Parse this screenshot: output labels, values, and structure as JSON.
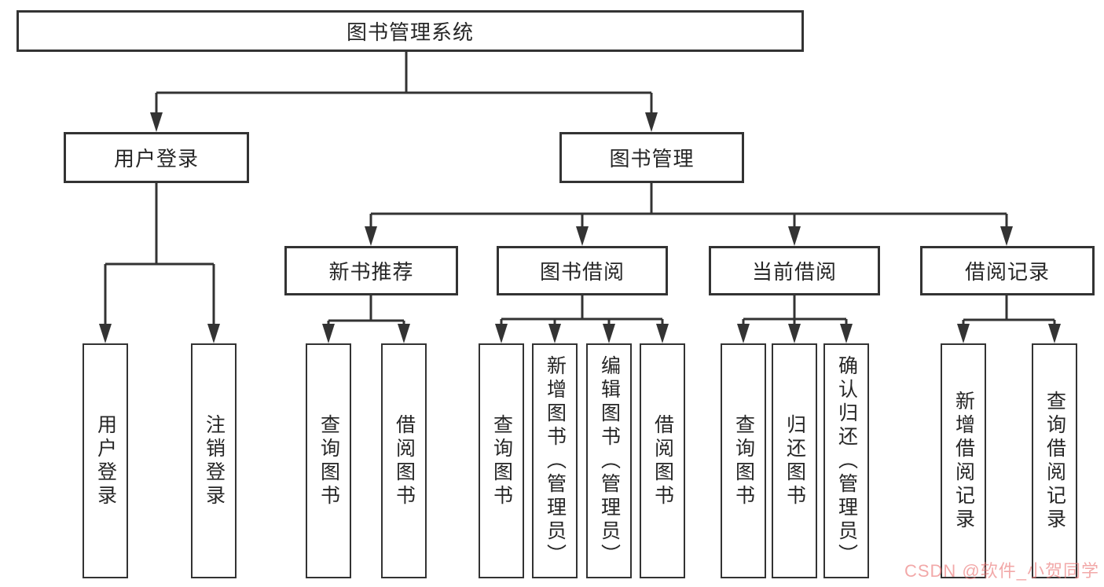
{
  "page": {
    "background_color": "#ffffff",
    "line_color": "#333333",
    "text_color": "#262626"
  },
  "tree": {
    "root": {
      "label": "图书管理系统"
    },
    "level2": [
      {
        "label": "用户登录"
      },
      {
        "label": "图书管理"
      }
    ],
    "level3": [
      {
        "label": "新书推荐"
      },
      {
        "label": "图书借阅"
      },
      {
        "label": "当前借阅"
      },
      {
        "label": "借阅记录"
      }
    ],
    "leaves": {
      "user": [
        {
          "label": "用户登录"
        },
        {
          "label": "注销登录"
        }
      ],
      "recommend": [
        {
          "label": "查询图书"
        },
        {
          "label": "借阅图书"
        }
      ],
      "borrow": [
        {
          "label": "查询图书"
        },
        {
          "label": "新增图书（管理员）"
        },
        {
          "label": "编辑图书（管理员）"
        },
        {
          "label": "借阅图书"
        }
      ],
      "current": [
        {
          "label": "查询图书"
        },
        {
          "label": "归还图书"
        },
        {
          "label": "确认归还（管理员）"
        }
      ],
      "record": [
        {
          "label": "新增借阅记录"
        },
        {
          "label": "查询借阅记录"
        }
      ]
    }
  },
  "watermark": {
    "text": "CSDN @软件_小贺同学",
    "color": "rgba(235,120,120,0.8)"
  }
}
